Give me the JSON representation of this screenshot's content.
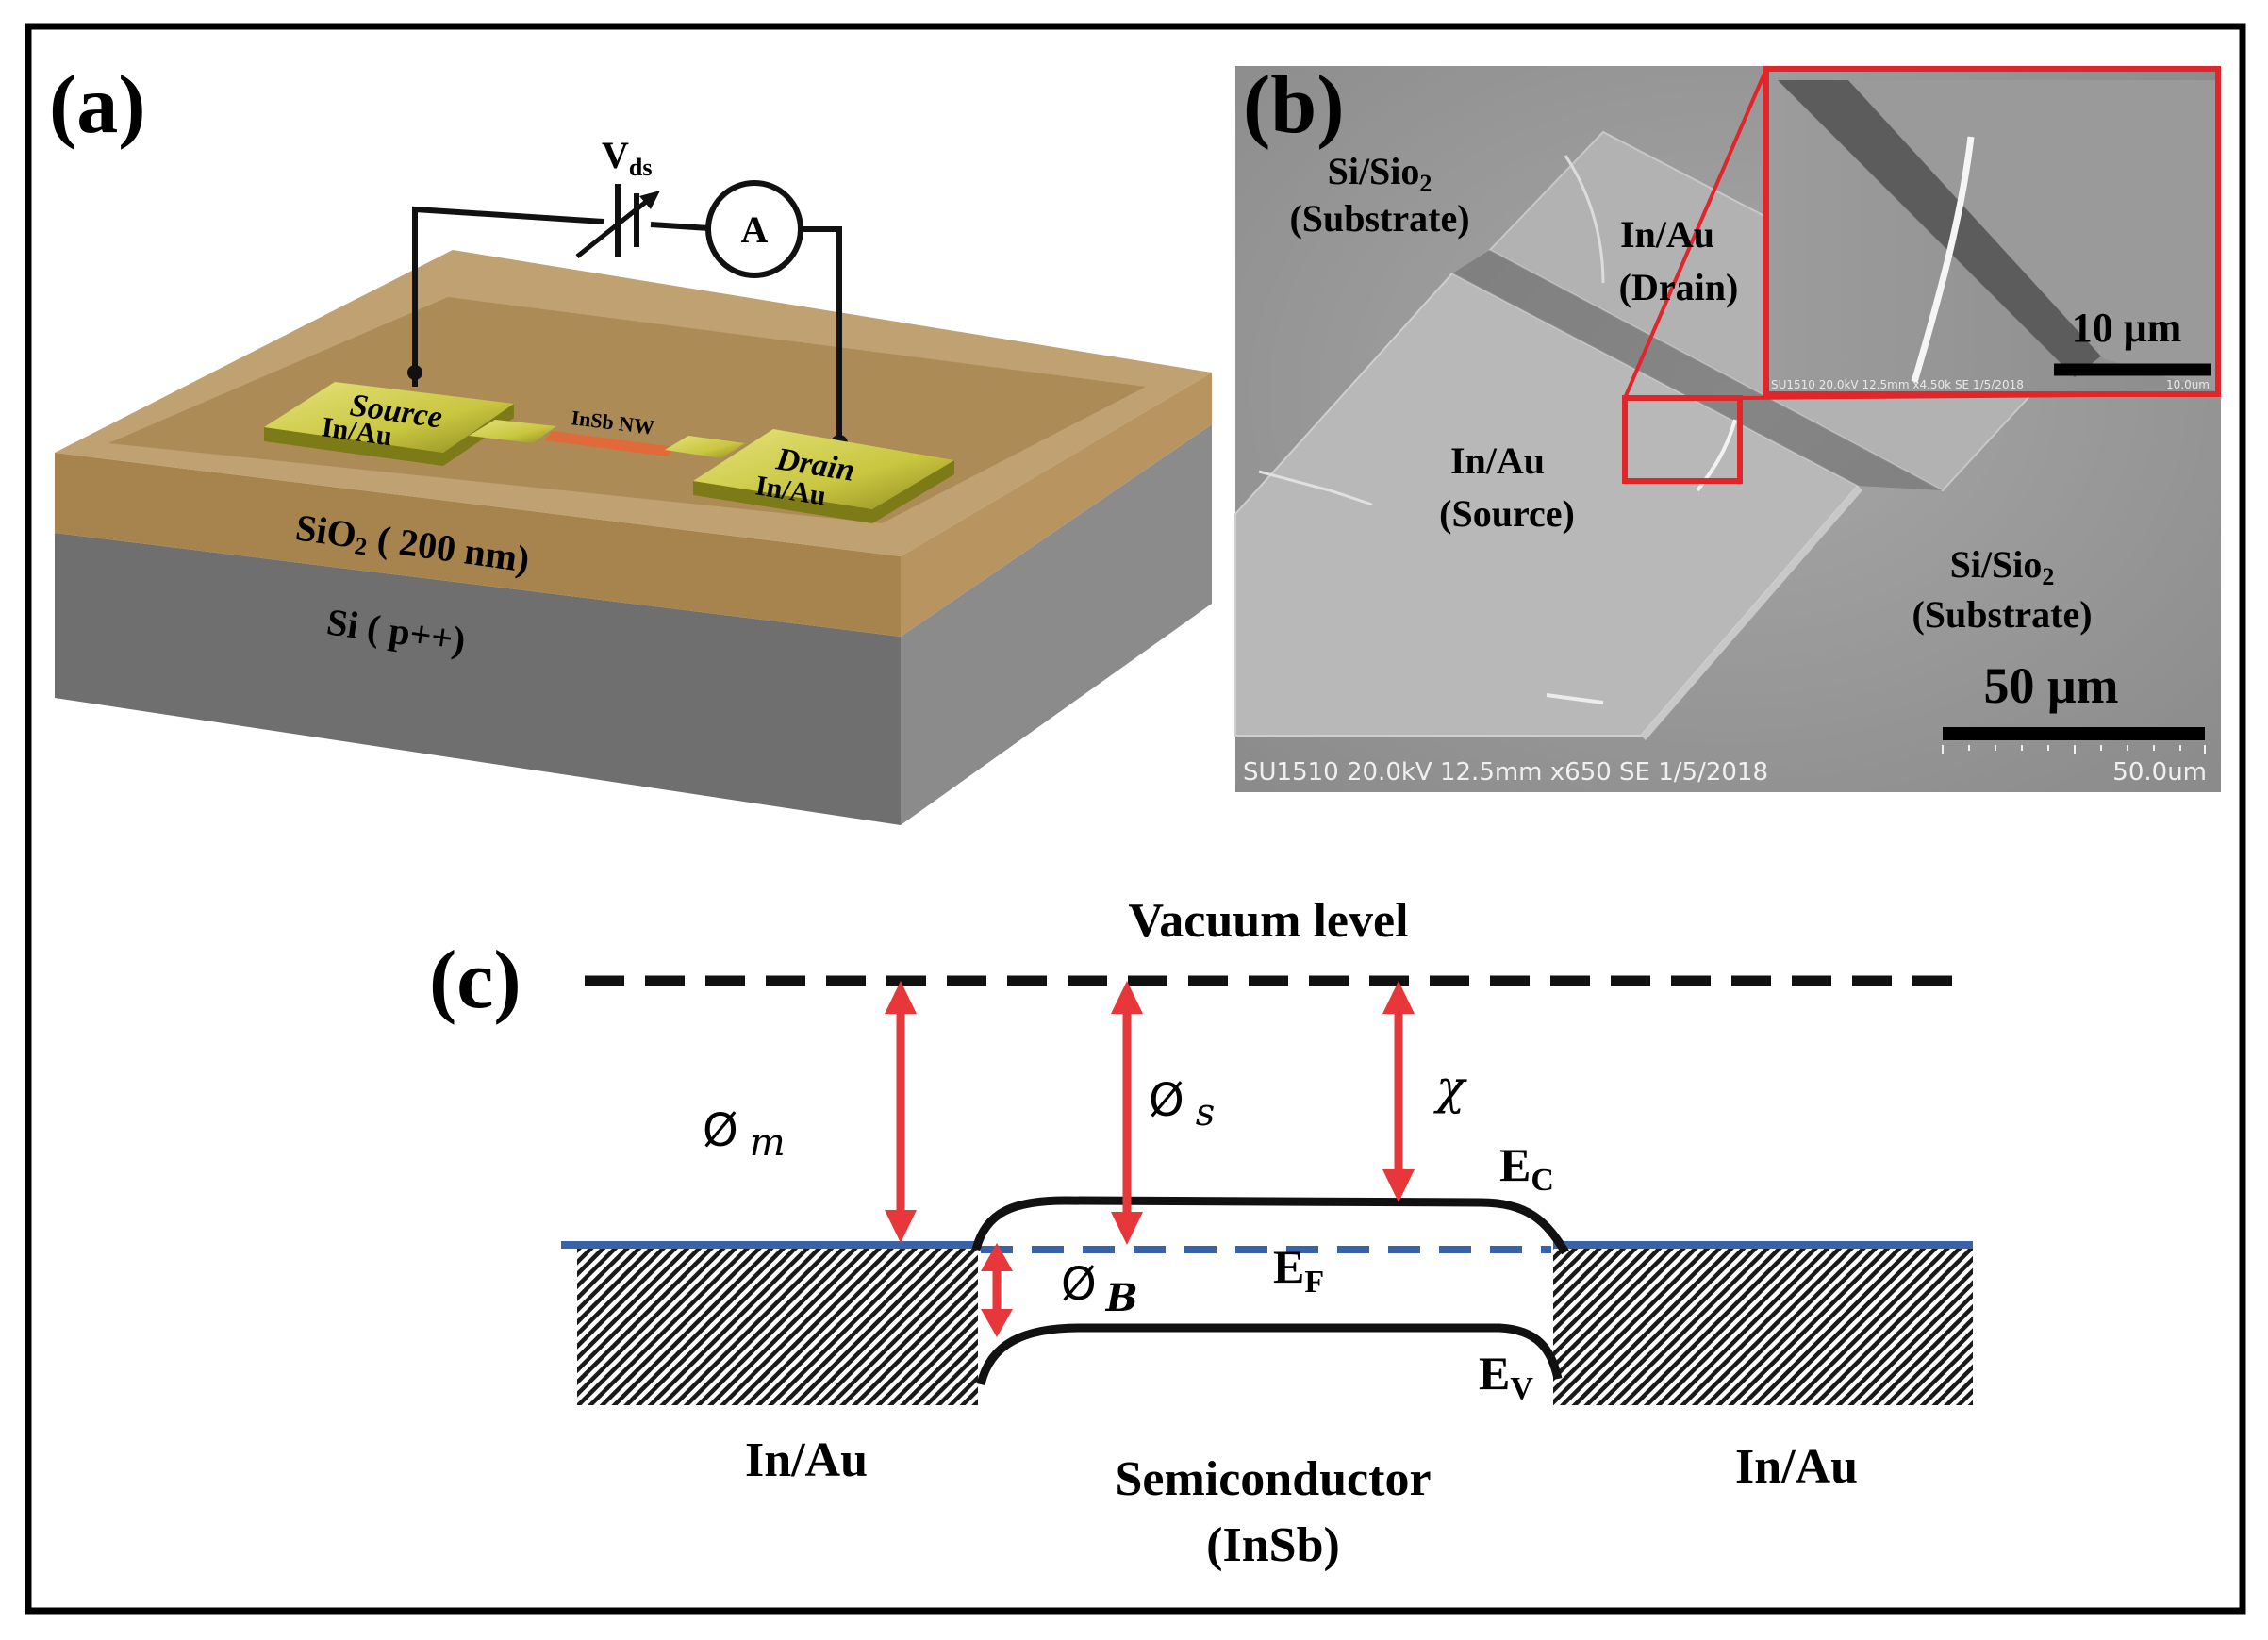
{
  "panel_a": {
    "label": "(a)",
    "vds_main": "V",
    "vds_sub": "ds",
    "ammeter": "A",
    "source_label": "Source",
    "source_metal": "In/Au",
    "nanowire": "InSb NW",
    "drain_label": "Drain",
    "drain_metal": "In/Au",
    "oxide_main": "SiO",
    "oxide_sub": "2",
    "oxide_rest": " ( 200 nm)",
    "substrate": "Si ( p++)"
  },
  "panel_b": {
    "label": "(b)",
    "substrate_tl_line1_main": "Si/Sio",
    "substrate_tl_line1_sub": "2",
    "substrate_tl_line2": "(Substrate)",
    "drain_line1": "In/Au",
    "drain_line2": "(Drain)",
    "source_line1": "In/Au",
    "source_line2": "(Source)",
    "substrate_br_line1_main": "Si/Sio",
    "substrate_br_line1_sub": "2",
    "substrate_br_line2": "(Substrate)",
    "scale_main": "50 μm",
    "scale_inset": "10 μm",
    "sem_info": "SU1510 20.0kV 12.5mm x650 SE  1/5/2018",
    "sem_scale": "50.0um",
    "inset_info": "SU1510 20.0kV 12.5mm x4.50k SE  1/5/2018",
    "inset_scale": "10.0um"
  },
  "panel_c": {
    "label": "(c)",
    "vacuum": "Vacuum level",
    "phi_m_sym": "Ø",
    "phi_m_sub": "m",
    "phi_s_sym": "Ø",
    "phi_s_sub": "s",
    "chi": "χ",
    "ec_main": "E",
    "ec_sub": "C",
    "ef_main": "E",
    "ef_sub": "F",
    "phi_b_sym": "Ø",
    "phi_b_sub": "B",
    "ev_main": "E",
    "ev_sub": "V",
    "metal_left": "In/Au",
    "semi_line1": "Semiconductor",
    "semi_line2": "(InSb)",
    "metal_right": "In/Au"
  },
  "colors": {
    "arrow_red": "#e8373a",
    "fermi_blue": "#3a62a8",
    "gold_pad": "#c9c640",
    "oxide_brown": "#a8834a",
    "si_gray": "#7a7a7a",
    "nanowire_orange": "#e06a3a",
    "inset_border": "#e0262a"
  }
}
